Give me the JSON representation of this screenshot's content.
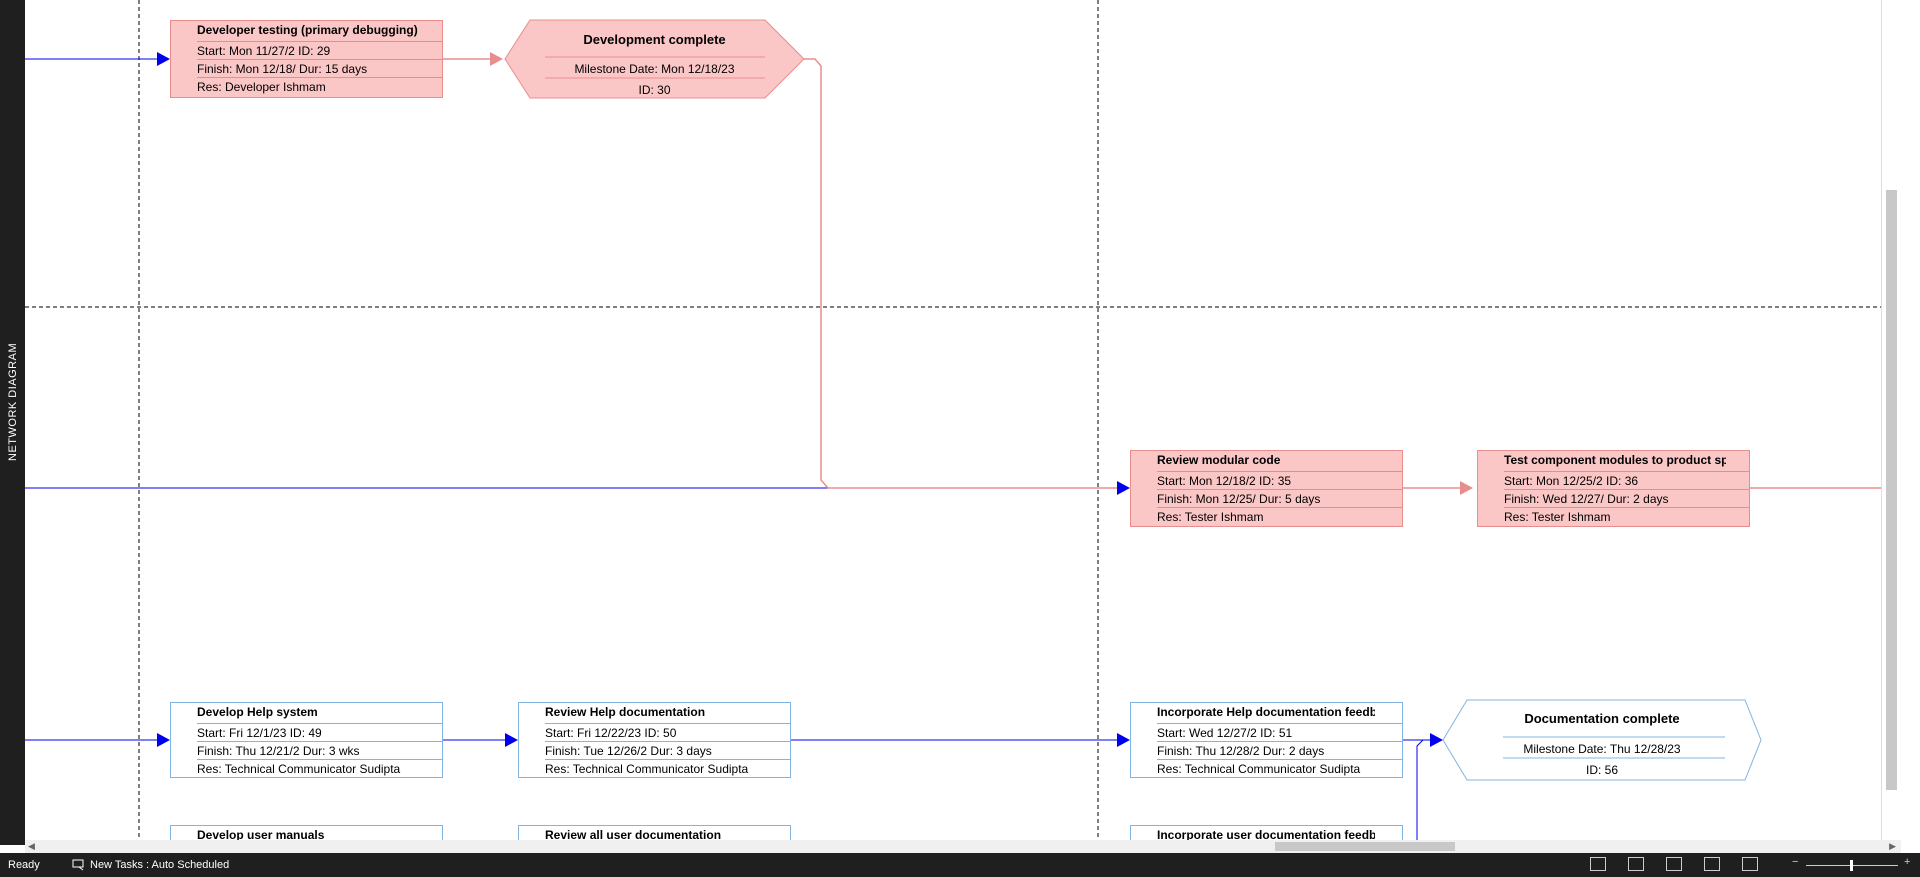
{
  "sidebar": {
    "label": "NETWORK DIAGRAM"
  },
  "tasks": [
    {
      "title": "Developer testing (primary debugging)",
      "start": "Start:  Mon 11/27/2 ID:   29",
      "finish": "Finish: Mon 12/18/  Dur: 15 days",
      "res": "Res:    Developer Ishmam",
      "critical": true
    },
    {
      "title": "Review modular code",
      "start": "Start:  Mon 12/18/2 ID:  35",
      "finish": "Finish: Mon 12/25/  Dur: 5 days",
      "res": "Res:    Tester Ishmam",
      "critical": true
    },
    {
      "title": "Test component modules to product spe",
      "start": "Start:  Mon 12/25/2 ID:  36",
      "finish": "Finish: Wed 12/27/  Dur: 2 days",
      "res": "Res:    Tester Ishmam",
      "critical": true
    },
    {
      "title": "Develop Help system",
      "start": "Start:  Fri 12/1/23     ID:   49",
      "finish": "Finish: Thu 12/21/2 Dur: 3 wks",
      "res": "Res:    Technical Communicator Sudipta",
      "critical": false
    },
    {
      "title": "Review Help documentation",
      "start": "Start:  Fri 12/22/23  ID:  50",
      "finish": "Finish: Tue 12/26/2  Dur: 3 days",
      "res": "Res:    Technical Communicator Sudipta",
      "critical": false
    },
    {
      "title": "Incorporate Help documentation feedba",
      "start": "Start:  Wed 12/27/2 ID:  51",
      "finish": "Finish: Thu 12/28/2 Dur: 2 days",
      "res": "Res:    Technical Communicator Sudipta",
      "critical": false
    },
    {
      "title": "Develop user manuals",
      "critical": false
    },
    {
      "title": "Review all user documentation",
      "critical": false
    },
    {
      "title": "Incorporate user documentation feedba",
      "critical": false
    }
  ],
  "milestones": [
    {
      "title": "Development complete",
      "date": "Milestone Date: Mon 12/18/23",
      "id": "ID: 30",
      "critical": true
    },
    {
      "title": "Documentation complete",
      "date": "Milestone Date: Thu 12/28/23",
      "id": "ID: 56",
      "critical": false
    }
  ],
  "statusbar": {
    "ready": "Ready",
    "new_tasks": "New Tasks : Auto Scheduled"
  },
  "colors": {
    "critical_fill": "#fbc6c6",
    "critical_border": "#e88d8d",
    "normal_border": "#7fb4e3",
    "link_blue": "#0000ee"
  }
}
